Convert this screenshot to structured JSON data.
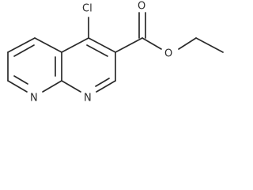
{
  "molecule": {
    "atoms": {
      "chlorine": "Cl",
      "carbonyl_oxygen": "O",
      "ester_oxygen": "O",
      "ring_nitrogen_1": "N",
      "ring_nitrogen_2": "N"
    }
  },
  "colors": {
    "bond": "#2a2a2a",
    "background": "#ffffff"
  }
}
